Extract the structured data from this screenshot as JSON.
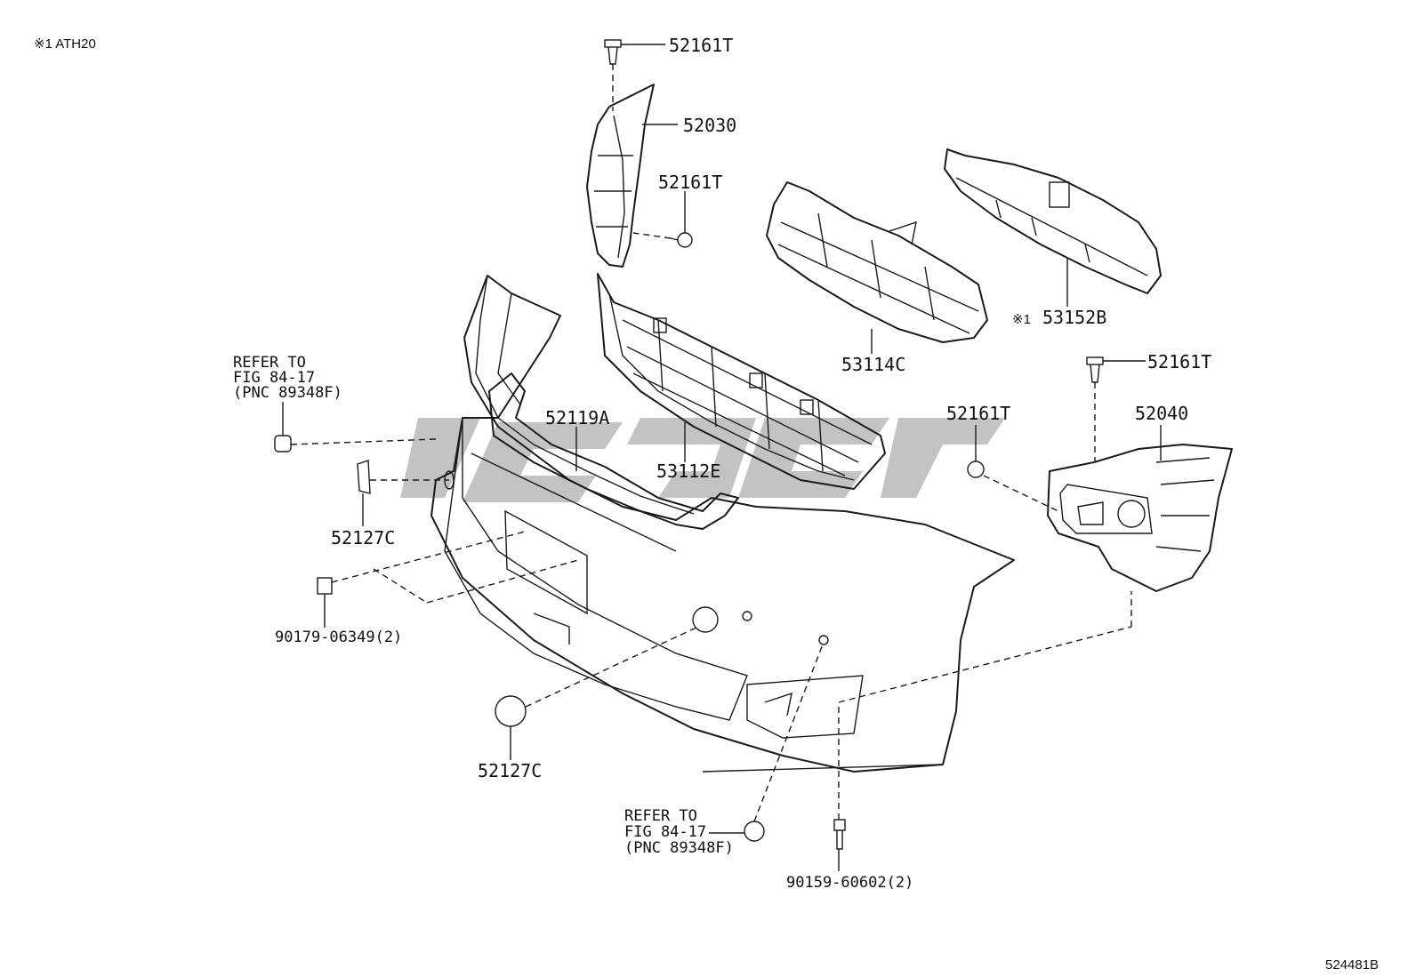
{
  "header": {
    "note": "※1  ATH20"
  },
  "footer": {
    "figure_id": "524481B"
  },
  "labels": {
    "p52161T_top": "52161T",
    "p52030": "52030",
    "p52161T_mid": "52161T",
    "p53114C": "53114C",
    "p53152B_mark": "※1",
    "p53152B": "53152B",
    "p52161T_right": "52161T",
    "p52161T_center": "52161T",
    "p52040": "52040",
    "p52119A": "52119A",
    "p53112E": "53112E",
    "p52127C_left": "52127C",
    "p52127C_bottom": "52127C",
    "p90179": "90179-06349(2)",
    "p90159": "90159-60602(2)"
  },
  "refer_left": {
    "line1": "REFER TO",
    "line2": "FIG 84-17",
    "line3": "(PNC 89348F)"
  },
  "refer_bottom": {
    "line1": "REFER TO",
    "line2": "FIG 84-17",
    "line3": "(PNC 89348F)"
  },
  "colors": {
    "line": "#1a1a1a",
    "watermark": "#a9a9a9",
    "background": "#ffffff"
  }
}
